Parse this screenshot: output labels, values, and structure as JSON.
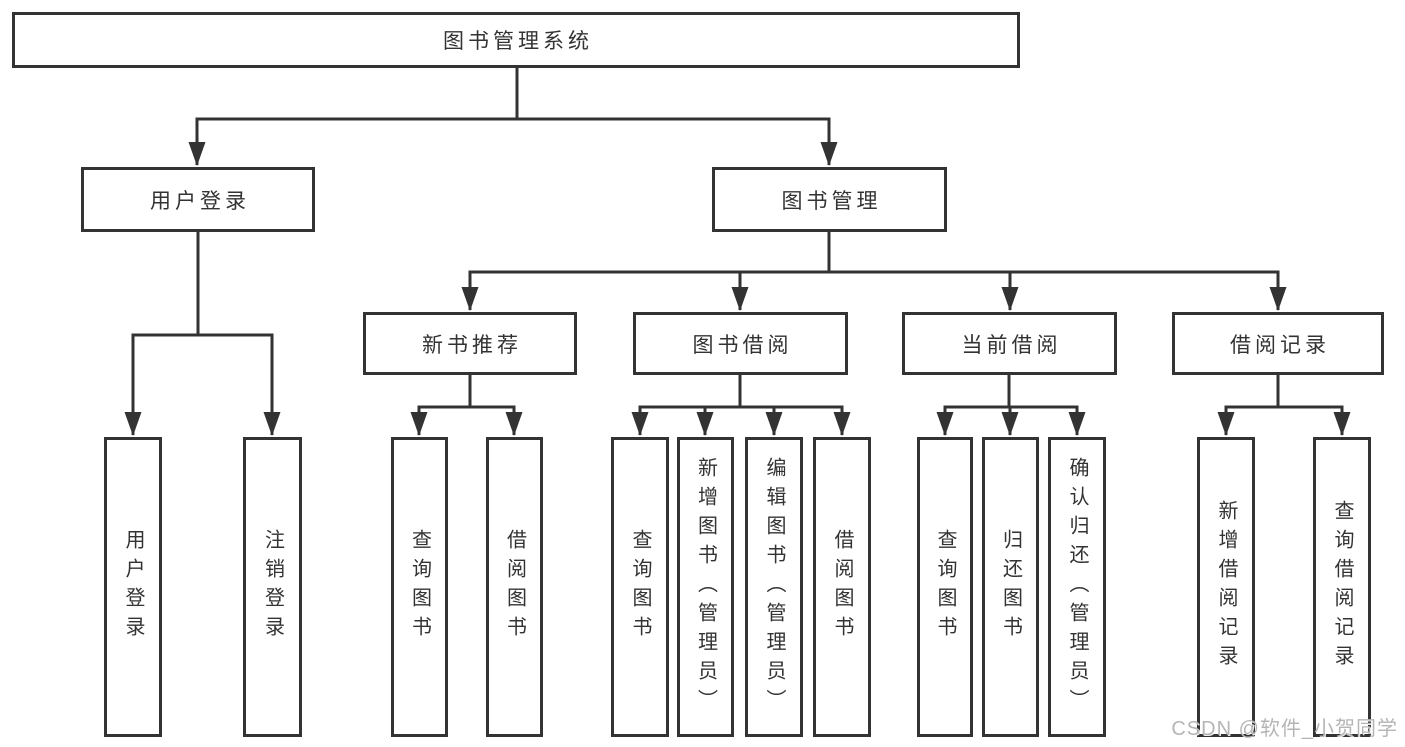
{
  "colors": {
    "line": "#333333",
    "box_border": "#333333",
    "text": "#333333",
    "watermark": "#b5b5b5",
    "background": "#ffffff"
  },
  "watermark": {
    "text": "CSDN @软件_小贺同学"
  },
  "tree": {
    "root": {
      "label": "图书管理系统",
      "children": [
        {
          "label": "用户登录",
          "children": [
            {
              "label": "用户登录"
            },
            {
              "label": "注销登录"
            }
          ]
        },
        {
          "label": "图书管理",
          "children": [
            {
              "label": "新书推荐",
              "children": [
                {
                  "label": "查询图书"
                },
                {
                  "label": "借阅图书"
                }
              ]
            },
            {
              "label": "图书借阅",
              "children": [
                {
                  "label": "查询图书"
                },
                {
                  "label": "新增图书（管理员）"
                },
                {
                  "label": "编辑图书（管理员）"
                },
                {
                  "label": "借阅图书"
                }
              ]
            },
            {
              "label": "当前借阅",
              "children": [
                {
                  "label": "查询图书"
                },
                {
                  "label": "归还图书"
                },
                {
                  "label": "确认归还（管理员）"
                }
              ]
            },
            {
              "label": "借阅记录",
              "children": [
                {
                  "label": "新增借阅记录"
                },
                {
                  "label": "查询借阅记录"
                }
              ]
            }
          ]
        }
      ]
    }
  }
}
